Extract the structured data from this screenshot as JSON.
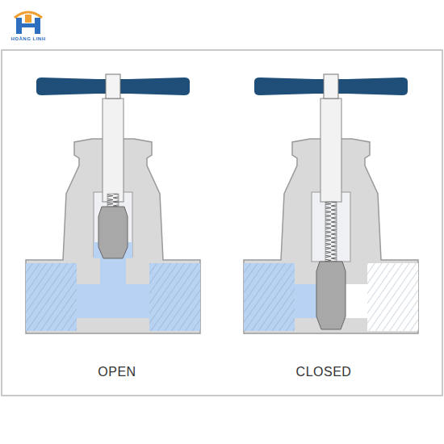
{
  "diagram": {
    "labels": [
      "HOÀNG LINH",
      "OPEN",
      "CLOSED"
    ]
  }
}
